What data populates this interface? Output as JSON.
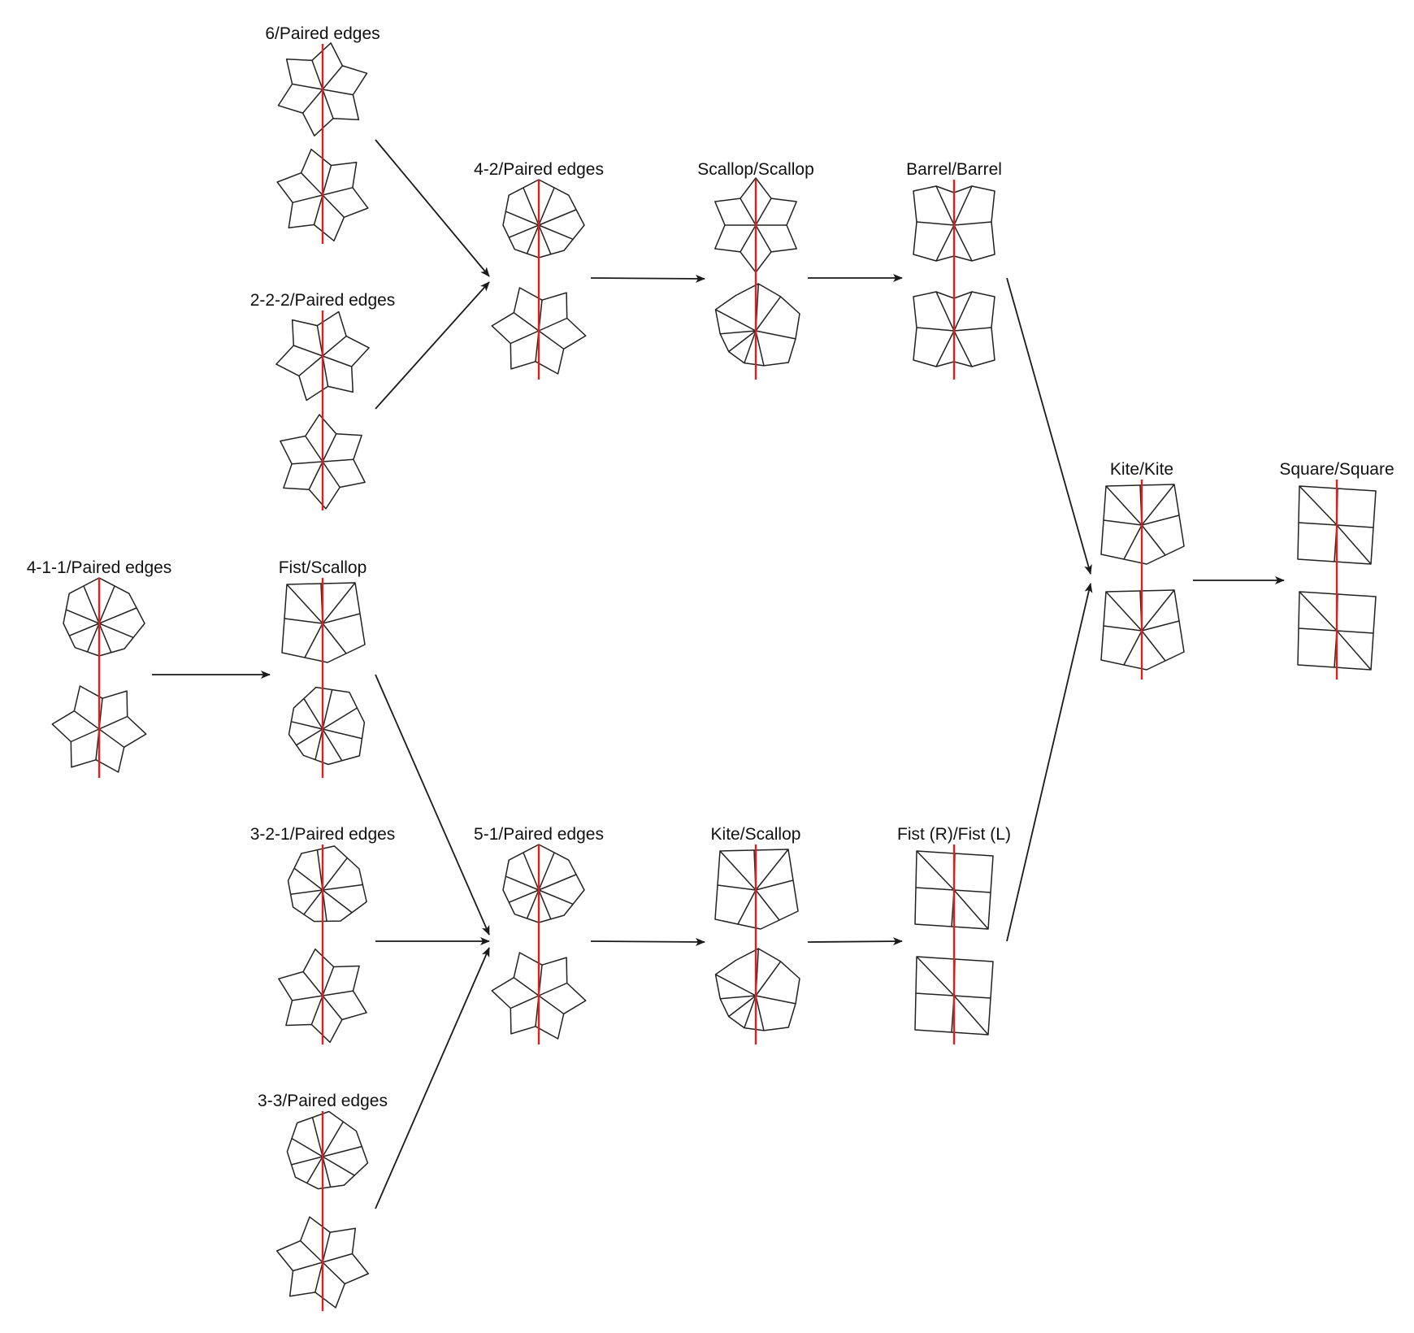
{
  "diagram": {
    "accent_color": "#e01e1e",
    "line_color": "#222222",
    "arrow_color": "#1a1a1a",
    "nodes": [
      {
        "id": "n6",
        "label": "6/Paired edges",
        "top": "star",
        "bottom": "star"
      },
      {
        "id": "n222",
        "label": "2-2-2/Paired edges",
        "top": "star",
        "bottom": "star"
      },
      {
        "id": "n42",
        "label": "4-2/Paired edges",
        "top": "fist",
        "bottom": "star"
      },
      {
        "id": "nss",
        "label": "Scallop/Scallop",
        "top": "star",
        "bottom": "scallop"
      },
      {
        "id": "nbb",
        "label": "Barrel/Barrel",
        "top": "barrel",
        "bottom": "barrel"
      },
      {
        "id": "n411",
        "label": "4-1-1/Paired edges",
        "top": "fist",
        "bottom": "star"
      },
      {
        "id": "nfs",
        "label": "Fist/Scallop",
        "top": "kite",
        "bottom": "fist"
      },
      {
        "id": "n321",
        "label": "3-2-1/Paired edges",
        "top": "fist",
        "bottom": "star"
      },
      {
        "id": "n51",
        "label": "5-1/Paired edges",
        "top": "fist",
        "bottom": "star"
      },
      {
        "id": "nks",
        "label": "Kite/Scallop",
        "top": "kite",
        "bottom": "scallop"
      },
      {
        "id": "nff",
        "label": "Fist (R)/Fist (L)",
        "top": "square",
        "bottom": "square"
      },
      {
        "id": "n33",
        "label": "3-3/Paired edges",
        "top": "fist",
        "bottom": "star"
      },
      {
        "id": "nkk",
        "label": "Kite/Kite",
        "top": "kite",
        "bottom": "kite"
      },
      {
        "id": "nsq",
        "label": "Square/Square",
        "top": "square",
        "bottom": "square"
      }
    ],
    "edges": [
      [
        "n6",
        "n42"
      ],
      [
        "n222",
        "n42"
      ],
      [
        "n42",
        "nss"
      ],
      [
        "nss",
        "nbb"
      ],
      [
        "nbb",
        "nkk"
      ],
      [
        "n411",
        "nfs"
      ],
      [
        "nfs",
        "n51"
      ],
      [
        "n321",
        "n51"
      ],
      [
        "n33",
        "n51"
      ],
      [
        "n51",
        "nks"
      ],
      [
        "nks",
        "nff"
      ],
      [
        "nff",
        "nkk"
      ],
      [
        "nkk",
        "nsq"
      ]
    ]
  }
}
